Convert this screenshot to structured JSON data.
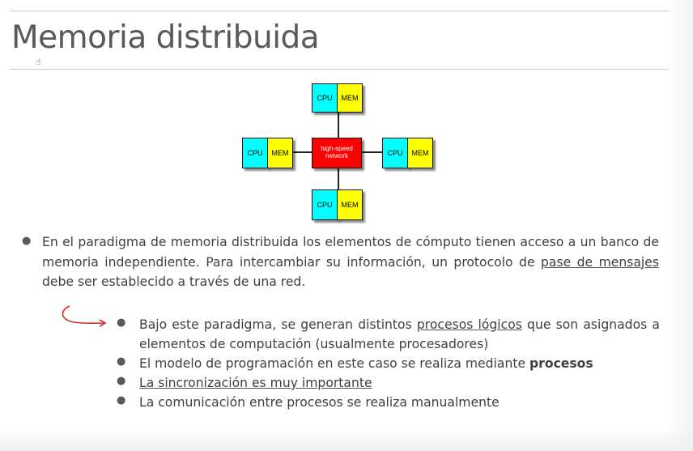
{
  "slide": {
    "title": "Memoria distribuida",
    "diagram": {
      "cpu_label": "CPU",
      "mem_label": "MEM",
      "network_label_line1": "high-speed",
      "network_label_line2": "network",
      "colors": {
        "cpu": "#00ffff",
        "mem": "#ffff00",
        "network": "#ff0000"
      }
    },
    "bullet_main": {
      "text_start": "En el paradigma de memoria distribuida los elementos de cómputo tienen acceso a un banco de memoria independiente. Para intercambiar su información, un protocolo de ",
      "link": "pase de mensajes",
      "text_end": " debe ser establecido a través de una red."
    },
    "sub1": {
      "text_start": "Bajo este paradigma, se generan distintos ",
      "link": "procesos lógicos",
      "text_end": " que son asignados a elementos de computación (usualmente procesadores)"
    },
    "sub2": {
      "text_start": "El modelo de programación en este caso se realiza mediante ",
      "bold": "procesos"
    },
    "sub3": {
      "link": "La sincronización es muy importante"
    },
    "sub4": {
      "text": "La comunicación entre procesos se realiza manualmente"
    }
  }
}
